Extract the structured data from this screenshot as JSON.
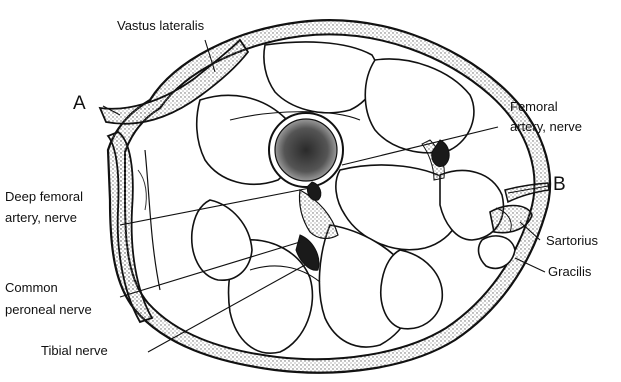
{
  "diagram": {
    "labels": {
      "vastus_lateralis": "Vastus lateralis",
      "a": "A",
      "femoral_1": "Femoral",
      "femoral_2": "artery, nerve",
      "deep_femoral_1": "Deep femoral",
      "deep_femoral_2": "artery, nerve",
      "b": "B",
      "sartorius": "Sartorius",
      "gracilis": "Gracilis",
      "common_peroneal_1": "Common",
      "common_peroneal_2": "peroneal nerve",
      "tibial_nerve": "Tibial nerve"
    },
    "colors": {
      "ink": "#111111",
      "stipple": "#bdbdbd",
      "bone": "#6a6a6a",
      "background": "#ffffff"
    }
  }
}
